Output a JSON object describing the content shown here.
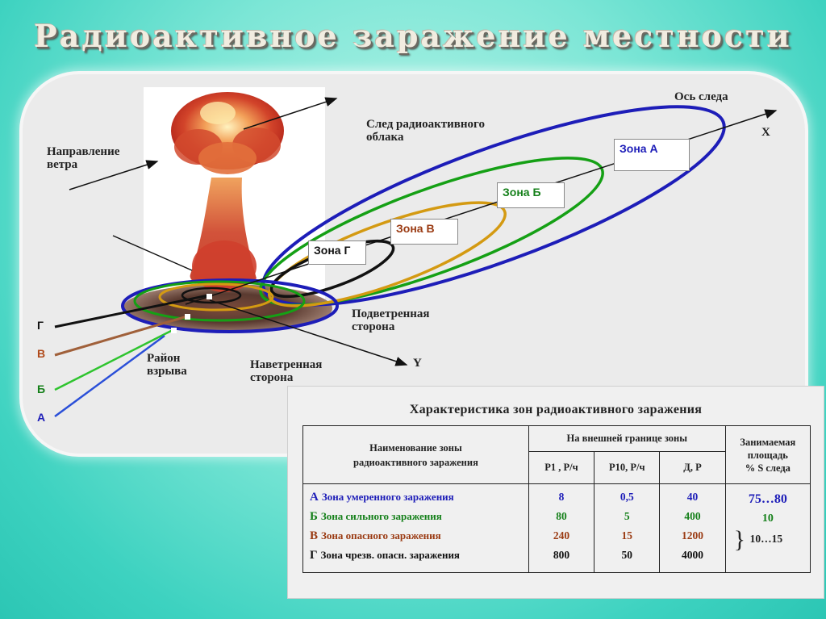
{
  "title": "Радиоактивное заражение местности",
  "colors": {
    "zone_a": "#1d1db8",
    "zone_b": "#15a015",
    "zone_v": "#d49a12",
    "zone_g": "#111111",
    "letter_v": "#b04a1a",
    "line_v": "#a0603a",
    "line_b": "#2ec42e",
    "line_a": "#2a4fd8"
  },
  "diagram": {
    "axis_label": "Ось следа",
    "x_label": "X",
    "y_label": "Y",
    "trace_label": "След радиоактивного\nоблака",
    "wind_label": "Направление\nветра",
    "leeward_label": "Подветренная\nсторона",
    "windward_label": "Наветренная\nсторона",
    "blast_area_label": "Район\nвзрыва",
    "zone_tags": {
      "a": "Зона А",
      "b": "Зона Б",
      "v": "Зона В",
      "g": "Зона Г"
    },
    "side_letters": {
      "g": "Г",
      "v": "В",
      "b": "Б",
      "a": "А"
    }
  },
  "table": {
    "title": "Характеристика зон радиоактивного заражения",
    "headers": {
      "name": "Наименование зоны\nрадиоактивного заражения",
      "outer": "На внешней границе зоны",
      "p1": "P1 , Р/ч",
      "p10": "P10, Р/ч",
      "d": "Д, Р",
      "area": "Занимаемая\nплощадь\n% S следа"
    },
    "rows": [
      {
        "letter": "А",
        "name": "Зона умеренного заражения",
        "p1": "8",
        "p10": "0,5",
        "d": "40",
        "color": "#1d1db8"
      },
      {
        "letter": "Б",
        "name": "Зона сильного заражения",
        "p1": "80",
        "p10": "5",
        "d": "400",
        "color": "#15801a"
      },
      {
        "letter": "В",
        "name": "Зона опасного заражения",
        "p1": "240",
        "p10": "15",
        "d": "1200",
        "color": "#9a3a12"
      },
      {
        "letter": "Г",
        "name": "Зона чрезв. опасн. заражения",
        "p1": "800",
        "p10": "50",
        "d": "4000",
        "color": "#111111"
      }
    ],
    "area_values": {
      "a": "75…80",
      "b": "10",
      "vg": "10…15"
    }
  }
}
